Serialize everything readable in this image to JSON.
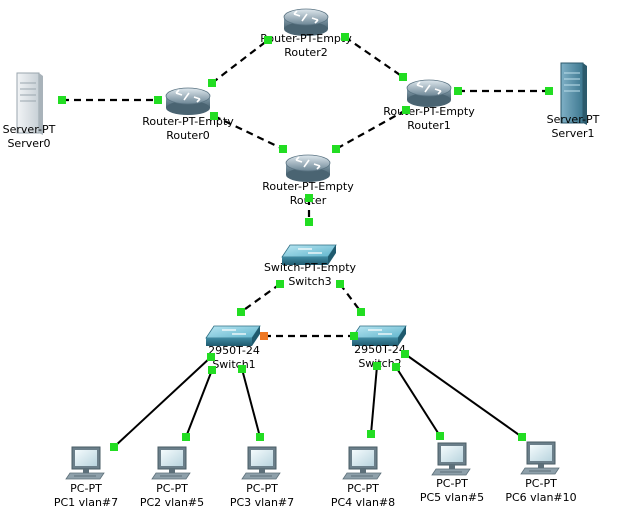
{
  "status_colors": {
    "up": "#22dd22",
    "blocking": "#ee7722"
  },
  "devices": [
    {
      "id": "router2",
      "icon": "router-icon",
      "type_label": "Router-PT-Empty",
      "name": "Router2"
    },
    {
      "id": "router0",
      "icon": "router-icon",
      "type_label": "Router-PT-Empty",
      "name": "Router0"
    },
    {
      "id": "router1",
      "icon": "router-icon",
      "type_label": "Router-PT-Empty",
      "name": "Router1"
    },
    {
      "id": "router",
      "icon": "router-icon",
      "type_label": "Router-PT-Empty",
      "name": "Router"
    },
    {
      "id": "server0",
      "icon": "server-icon",
      "type_label": "Server-PT",
      "name": "Server0"
    },
    {
      "id": "server1",
      "icon": "server-icon",
      "type_label": "Server-PT",
      "name": "Server1"
    },
    {
      "id": "switch3",
      "icon": "switch-icon",
      "type_label": "Switch-PT-Empty",
      "name": "Switch3"
    },
    {
      "id": "switch1",
      "icon": "switch-icon",
      "type_label": "2950T-24",
      "name": "Switch1"
    },
    {
      "id": "switch2",
      "icon": "switch-icon",
      "type_label": "2950T-24",
      "name": "Switch2"
    },
    {
      "id": "pc1",
      "icon": "pc-icon",
      "type_label": "PC-PT",
      "name": "PC1 vlan#7"
    },
    {
      "id": "pc2",
      "icon": "pc-icon",
      "type_label": "PC-PT",
      "name": "PC2 vlan#5"
    },
    {
      "id": "pc3",
      "icon": "pc-icon",
      "type_label": "PC-PT",
      "name": "PC3 vlan#7"
    },
    {
      "id": "pc4",
      "icon": "pc-icon",
      "type_label": "PC-PT",
      "name": "PC4 vlan#8"
    },
    {
      "id": "pc5",
      "icon": "pc-icon",
      "type_label": "PC-PT",
      "name": "PC5 vlan#5"
    },
    {
      "id": "pc6",
      "icon": "pc-icon",
      "type_label": "PC-PT",
      "name": "PC6 vlan#10"
    }
  ],
  "links": [
    {
      "from": "router0",
      "to": "router2",
      "style": "dashed"
    },
    {
      "from": "router2",
      "to": "router1",
      "style": "dashed"
    },
    {
      "from": "router0",
      "to": "router",
      "style": "dashed"
    },
    {
      "from": "router1",
      "to": "router",
      "style": "dashed"
    },
    {
      "from": "server0",
      "to": "router0",
      "style": "dashed"
    },
    {
      "from": "router1",
      "to": "server1",
      "style": "dashed"
    },
    {
      "from": "router",
      "to": "switch3",
      "style": "dashed"
    },
    {
      "from": "switch3",
      "to": "switch1",
      "style": "dashed"
    },
    {
      "from": "switch3",
      "to": "switch2",
      "style": "dashed"
    },
    {
      "from": "switch1",
      "to": "switch2",
      "style": "dashed",
      "from_status": "blocking"
    },
    {
      "from": "switch1",
      "to": "pc1",
      "style": "solid"
    },
    {
      "from": "switch1",
      "to": "pc2",
      "style": "solid"
    },
    {
      "from": "switch1",
      "to": "pc3",
      "style": "solid"
    },
    {
      "from": "switch2",
      "to": "pc4",
      "style": "solid"
    },
    {
      "from": "switch2",
      "to": "pc5",
      "style": "solid"
    },
    {
      "from": "switch2",
      "to": "pc6",
      "style": "solid"
    }
  ]
}
